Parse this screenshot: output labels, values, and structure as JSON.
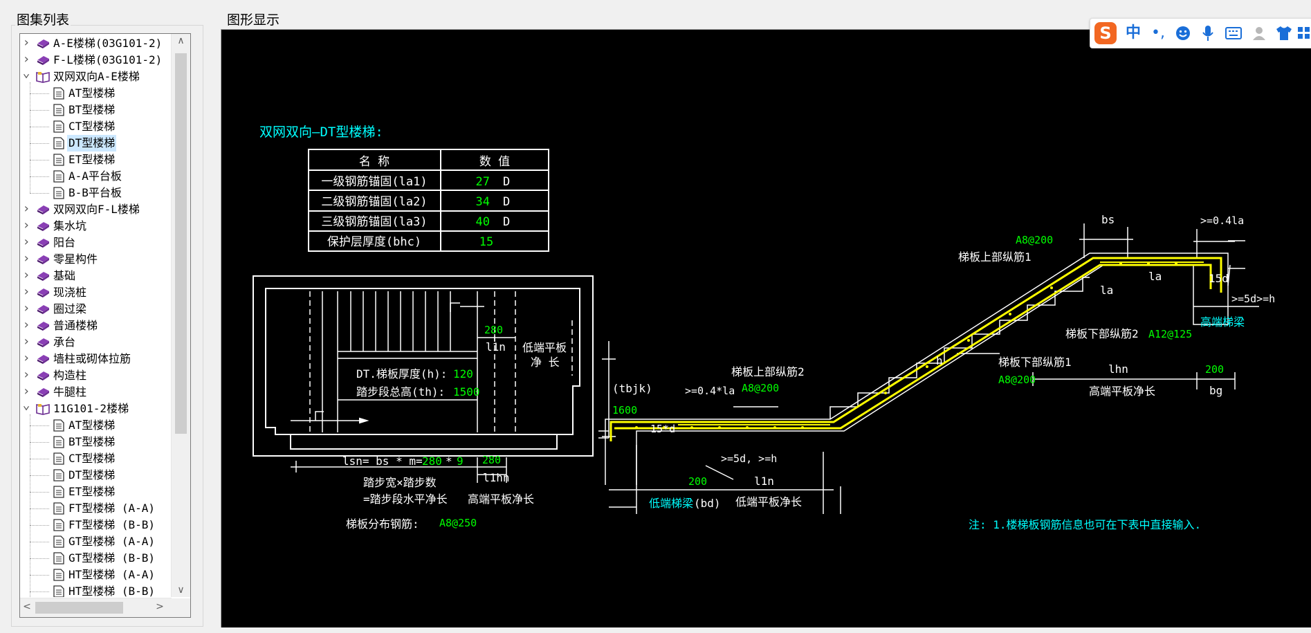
{
  "left_panel": {
    "title": "图集列表",
    "tree": [
      {
        "label": "A-E楼梯(03G101-2)",
        "type": "book",
        "expanded": false,
        "level": 0
      },
      {
        "label": "F-L楼梯(03G101-2)",
        "type": "book",
        "expanded": false,
        "level": 0
      },
      {
        "label": "双网双向A-E楼梯",
        "type": "book-open",
        "expanded": true,
        "level": 0
      },
      {
        "label": "AT型楼梯",
        "type": "doc",
        "level": 1
      },
      {
        "label": "BT型楼梯",
        "type": "doc",
        "level": 1
      },
      {
        "label": "CT型楼梯",
        "type": "doc",
        "level": 1
      },
      {
        "label": "DT型楼梯",
        "type": "doc",
        "level": 1,
        "selected": true
      },
      {
        "label": "ET型楼梯",
        "type": "doc",
        "level": 1
      },
      {
        "label": "A-A平台板",
        "type": "doc",
        "level": 1
      },
      {
        "label": "B-B平台板",
        "type": "doc",
        "level": 1
      },
      {
        "label": "双网双向F-L楼梯",
        "type": "book",
        "expanded": false,
        "level": 0
      },
      {
        "label": "集水坑",
        "type": "book",
        "expanded": false,
        "level": 0
      },
      {
        "label": "阳台",
        "type": "book",
        "expanded": false,
        "level": 0
      },
      {
        "label": "零星构件",
        "type": "book",
        "expanded": false,
        "level": 0
      },
      {
        "label": "基础",
        "type": "book",
        "expanded": false,
        "level": 0
      },
      {
        "label": "现浇桩",
        "type": "book",
        "expanded": false,
        "level": 0
      },
      {
        "label": "圈过梁",
        "type": "book",
        "expanded": false,
        "level": 0
      },
      {
        "label": "普通楼梯",
        "type": "book",
        "expanded": false,
        "level": 0
      },
      {
        "label": "承台",
        "type": "book",
        "expanded": false,
        "level": 0
      },
      {
        "label": "墙柱或砌体拉筋",
        "type": "book",
        "expanded": false,
        "level": 0
      },
      {
        "label": "构造柱",
        "type": "book",
        "expanded": false,
        "level": 0
      },
      {
        "label": "牛腿柱",
        "type": "book",
        "expanded": false,
        "level": 0
      },
      {
        "label": "11G101-2楼梯",
        "type": "book-open",
        "expanded": true,
        "level": 0
      },
      {
        "label": "AT型楼梯",
        "type": "doc",
        "level": 1
      },
      {
        "label": "BT型楼梯",
        "type": "doc",
        "level": 1
      },
      {
        "label": "CT型楼梯",
        "type": "doc",
        "level": 1
      },
      {
        "label": "DT型楼梯",
        "type": "doc",
        "level": 1
      },
      {
        "label": "ET型楼梯",
        "type": "doc",
        "level": 1
      },
      {
        "label": "FT型楼梯 (A-A)",
        "type": "doc",
        "level": 1
      },
      {
        "label": "FT型楼梯 (B-B)",
        "type": "doc",
        "level": 1
      },
      {
        "label": "GT型楼梯 (A-A)",
        "type": "doc",
        "level": 1
      },
      {
        "label": "GT型楼梯 (B-B)",
        "type": "doc",
        "level": 1
      },
      {
        "label": "HT型楼梯 (A-A)",
        "type": "doc",
        "level": 1
      },
      {
        "label": "HT型楼梯 (B-B)",
        "type": "doc",
        "level": 1
      }
    ],
    "scroll": {
      "up": "∧",
      "down": "∨",
      "left": "<",
      "right": ">"
    }
  },
  "right_panel": {
    "title": "图形显示",
    "drawing": {
      "heading": "双网双向—DT型楼梯:",
      "table": {
        "headers": [
          "名  称",
          "数  值"
        ],
        "rows": [
          {
            "name": "一级钢筋锚固(la1)",
            "value": "27",
            "unit": "D"
          },
          {
            "name": "二级钢筋锚固(la2)",
            "value": "34",
            "unit": "D"
          },
          {
            "name": "三级钢筋锚固(la3)",
            "value": "40",
            "unit": "D"
          },
          {
            "name": "保护层厚度(bhc)",
            "value": "15",
            "unit": ""
          }
        ]
      },
      "plan": {
        "thickness_label": "DT.梯板厚度(h):",
        "thickness_value": "120",
        "height_label": "踏步段总高(th):",
        "height_value": "1500",
        "low_end_label_1": "低端平板",
        "low_end_label_2": "净  长",
        "dim_280": "280",
        "dim_l1n": "l1n",
        "tbjk": "(tbjk)",
        "width_value": "1600",
        "lsn_label": "lsn= bs * m=",
        "lsn_bs": "280",
        "lsn_mul": "*",
        "lsn_m": "9",
        "dim_280b": "280",
        "dim_l1hn": "l1hn",
        "caption_1": "踏步宽×踏步数",
        "caption_2": "=踏步段水平净长",
        "caption_3": "高端平板净长",
        "dist_label": "梯板分布钢筋:",
        "dist_value": "A8@250"
      },
      "section": {
        "bs": "bs",
        "gt04la": ">=0.4la",
        "a8_200_top": "A8@200",
        "top_rebar_1": "梯板上部纵筋1",
        "d15_right": "15d",
        "la_1": "la",
        "la_2": "la",
        "gt5d_h_right": ">=5d>=h",
        "high_beam": "高端梯梁",
        "bottom_rebar_2": "梯板下部纵筋2",
        "bottom_rebar_2_value": "A12@125",
        "bottom_rebar_1": "梯板下部纵筋1",
        "bottom_rebar_1_value": "A8@200",
        "h_mark": "h",
        "lhn": "lhn",
        "v200_right": "200",
        "high_end_len": "高端平板净长",
        "bg": "bg",
        "top_rebar_2": "梯板上部纵筋2",
        "top_rebar_2_value": "A8@200",
        "gt04la_left": ">=0.4*la",
        "d15_left": "15*d",
        "gt5d_h_left": ">=5d, >=h",
        "v200_left": "200",
        "l1n": "l1n",
        "low_beam": "低端梯梁",
        "bd": "(bd)",
        "low_end_len": "低端平板净长",
        "note": "注: 1.楼梯板钢筋信息也可在下表中直接输入."
      }
    }
  },
  "ime_toolbar": {
    "logo": "S",
    "lang": "中",
    "punct": "•,",
    "emoji_icon": "☺",
    "mic_icon": "mic",
    "keyboard_icon": "keyboard",
    "user_icon": "user",
    "skin_icon": "shirt",
    "menu_icon": "grid"
  },
  "colors": {
    "canvas_bg": "#000000",
    "line_white": "#ffffff",
    "value_green": "#00ff00",
    "label_cyan": "#00ffff",
    "rebar_yellow": "#ffff00",
    "selected_bg": "#cce8ff",
    "book_purple": "#6b2c91"
  }
}
